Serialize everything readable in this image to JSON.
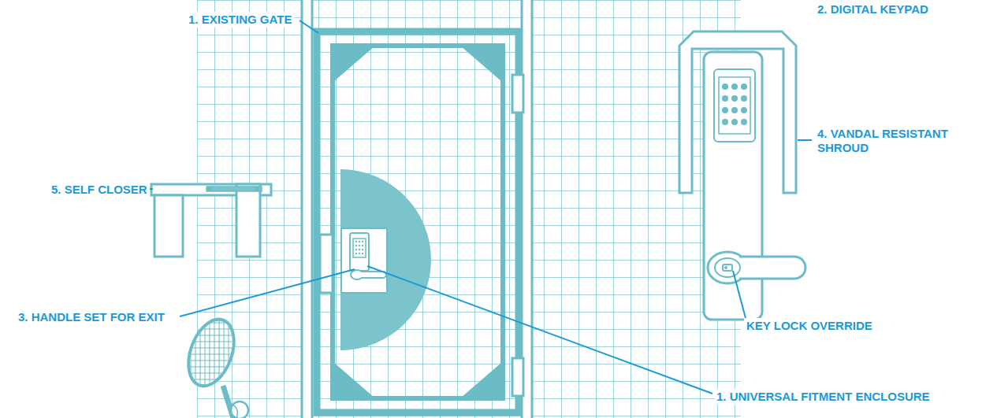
{
  "diagram": {
    "labels": [
      "1. EXISTING GATE",
      "2. DIGITAL KEYPAD",
      "5. SELF CLOSER",
      "4. VANDAL RESISTANT SHROUD",
      "KEY LOCK OVERRIDE",
      "3. HANDLE SET FOR EXIT",
      "1. UNIVERSAL FITMENT ENCLOSURE"
    ]
  }
}
